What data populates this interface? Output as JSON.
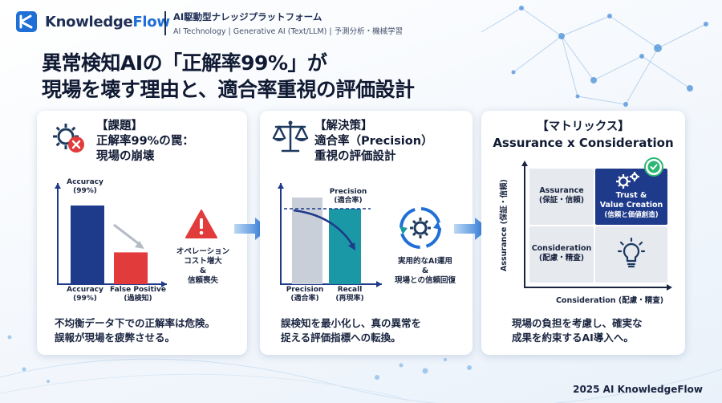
{
  "header": {
    "brand_a": "Knowledge",
    "brand_b": "Flow",
    "tagline": "AI駆動型ナレッジプラットフォーム",
    "subtagline": "AI Technology | Generative AI (Text/LLM) | 予測分析・機械学習"
  },
  "title": {
    "line1": "異常検知AIの「正解率99%」が",
    "line2": "現場を壊す理由と、適合率重視の評価設計"
  },
  "panel1": {
    "heading1": "【課題】",
    "heading2": "正解率99%の罠：",
    "heading3": "現場の崩壊",
    "bar1_top_line1": "Accuracy",
    "bar1_top_line2": "(99%)",
    "bar1_bottom_line1": "Accuracy",
    "bar1_bottom_line2": "(99%)",
    "bar2_bottom_line1": "False Positive",
    "bar2_bottom_line2": "(過検知)",
    "warn_line1": "オペレーション",
    "warn_line2": "コスト増大",
    "warn_line3": "&",
    "warn_line4": "信頼喪失",
    "body_line1": "不均衡データ下での正解率は危険。",
    "body_line2": "誤報が現場を疲弊させる。",
    "chart_data": {
      "type": "bar",
      "categories": [
        "Accuracy (99%)",
        "False Positive (過検知)"
      ],
      "values": [
        99,
        40
      ]
    }
  },
  "panel2": {
    "heading1": "【解決策】",
    "heading2": "適合率（Precision）",
    "heading3": "重視の評価設計",
    "top_label_line1": "Precision",
    "top_label_line2": "(適合率)",
    "bar1_label_line1": "Precision",
    "bar1_label_line2": "(適合率)",
    "bar2_label_line1": "Recall",
    "bar2_label_line2": "(再現率)",
    "side_line1": "実用的なAI運用",
    "side_line2": "&",
    "side_line3": "現場との信頼回復",
    "body_line1": "誤検知を最小化し、真の異常を",
    "body_line2": "捉える評価指標への転換。"
  },
  "panel3": {
    "heading1": "【マトリックス】",
    "heading2": "Assurance x Consideration",
    "cell_tl_line1": "Assurance",
    "cell_tl_line2": "(保証・信頼)",
    "cell_tr_line1": "Trust &",
    "cell_tr_line2": "Value Creation",
    "cell_tr_line3": "(信頼と価値創造)",
    "cell_bl_line1": "Consideration",
    "cell_bl_line2": "(配慮・精査)",
    "y_axis": "Assurance (保証・信頼)",
    "x_axis": "Consideration (配慮・精査)",
    "body_line1": "現場の負担を考慮し、確実な",
    "body_line2": "成果を約束するAI導入へ。"
  },
  "footer": "2025 AI KnowledgeFlow",
  "colors": {
    "navy": "#1e3a8a",
    "red": "#e23b3b",
    "accent_blue": "#1f6fd6",
    "teal": "#1a98a6",
    "gray_bar": "#c9cfd8"
  }
}
